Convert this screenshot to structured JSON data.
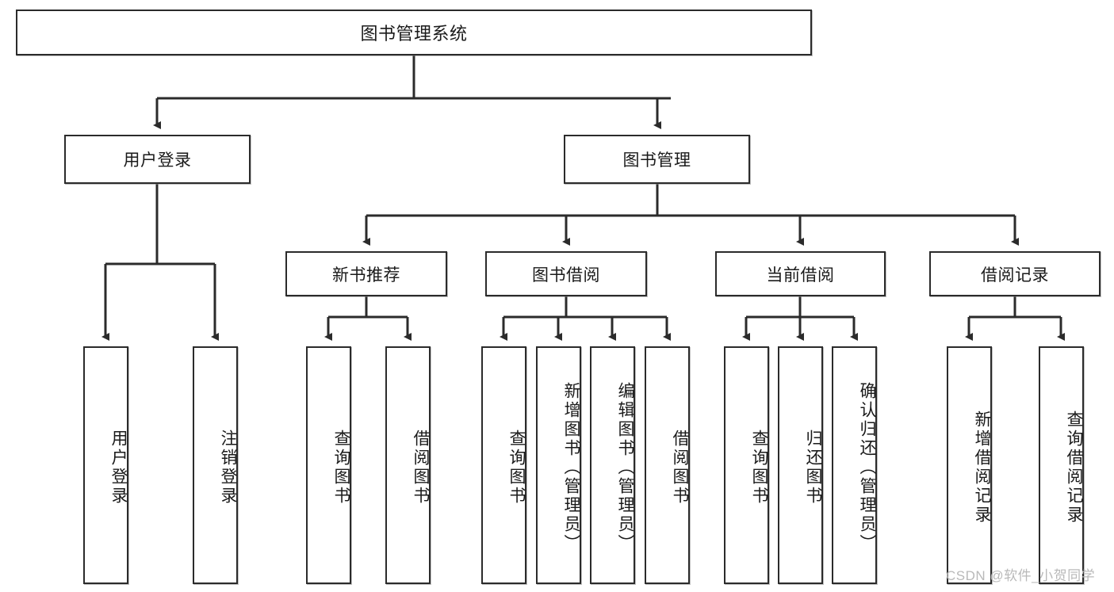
{
  "diagram": {
    "title": "图书管理系统",
    "level1": [
      {
        "label": "用户登录"
      },
      {
        "label": "图书管理"
      }
    ],
    "level2": [
      {
        "label": "新书推荐"
      },
      {
        "label": "图书借阅"
      },
      {
        "label": "当前借阅"
      },
      {
        "label": "借阅记录"
      }
    ],
    "leaves": [
      {
        "label": "用户登录"
      },
      {
        "label": "注销登录"
      },
      {
        "label": "查询图书"
      },
      {
        "label": "借阅图书"
      },
      {
        "label": "查询图书"
      },
      {
        "label": "新增图书（管理员）"
      },
      {
        "label": "编辑图书（管理员）"
      },
      {
        "label": "借阅图书"
      },
      {
        "label": "查询图书"
      },
      {
        "label": "归还图书"
      },
      {
        "label": "确认归还（管理员）"
      },
      {
        "label": "新增借阅记录"
      },
      {
        "label": "查询借阅记录"
      }
    ]
  },
  "watermark": {
    "text": "CSDN @软件_小贺同学"
  },
  "colors": {
    "stroke": "#2b2b2b",
    "background": "#ffffff",
    "text": "#1a1a1a",
    "watermark": "#b9b9b9"
  }
}
